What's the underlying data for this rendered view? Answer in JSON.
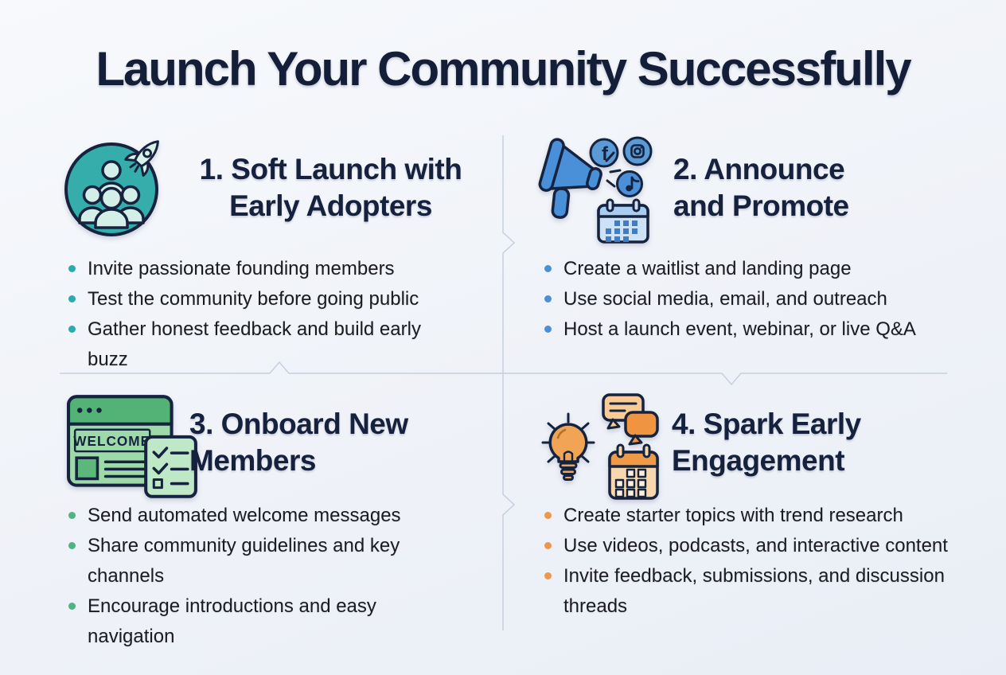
{
  "title": "Launch Your Community Successfully",
  "colors": {
    "background": "#eff2f8",
    "title_text": "#141e38",
    "heading_text": "#16213d",
    "body_text": "#1b1b20",
    "divider": "#c6cfdf",
    "teal_accent": "#2aacac",
    "blue_accent": "#4a90d9",
    "green_accent": "#4db584",
    "orange_accent": "#f0964a"
  },
  "sections": [
    {
      "number": "1",
      "icon": "community-rocket-icon",
      "accent": "#2aacac",
      "heading_lines": [
        "1. Soft Launch with",
        "Early Adopters"
      ],
      "bullets": [
        "Invite passionate founding members",
        "Test the community before going public",
        "Gather honest feedback and build early buzz"
      ]
    },
    {
      "number": "2",
      "icon": "megaphone-social-icon",
      "accent": "#4a90d9",
      "heading_lines": [
        "2. Announce",
        "and Promote"
      ],
      "bullets": [
        "Create a waitlist and landing page",
        "Use social media, email, and outreach",
        "Host a launch event, webinar, or live Q&A"
      ]
    },
    {
      "number": "3",
      "icon": "welcome-screen-icon",
      "accent": "#4db584",
      "icon_label": "WELCOME",
      "heading_lines": [
        "3. Onboard New",
        "Members"
      ],
      "bullets": [
        "Send automated welcome messages",
        "Share community guidelines and key channels",
        "Encourage introductions and easy navigation"
      ]
    },
    {
      "number": "4",
      "icon": "idea-engagement-icon",
      "accent": "#f0964a",
      "heading_lines": [
        "4. Spark Early",
        "Engagement"
      ],
      "bullets": [
        "Create starter topics with trend research",
        "Use videos, podcasts, and interactive content",
        "Invite feedback, submissions, and discussion threads"
      ]
    }
  ]
}
